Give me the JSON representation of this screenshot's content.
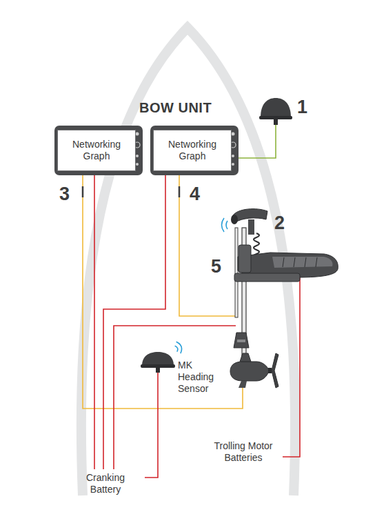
{
  "diagram": {
    "title": "BOW UNIT",
    "nodes": [
      {
        "text": [
          "Networking Graph"
        ]
      },
      {
        "text": [
          "Networking Graph"
        ]
      }
    ],
    "labels": [
      "1",
      "2",
      "3",
      "4",
      "5",
      "MK Heading Sensor",
      "Cranking Battery",
      "Trolling Motor Batteries"
    ]
  }
}
